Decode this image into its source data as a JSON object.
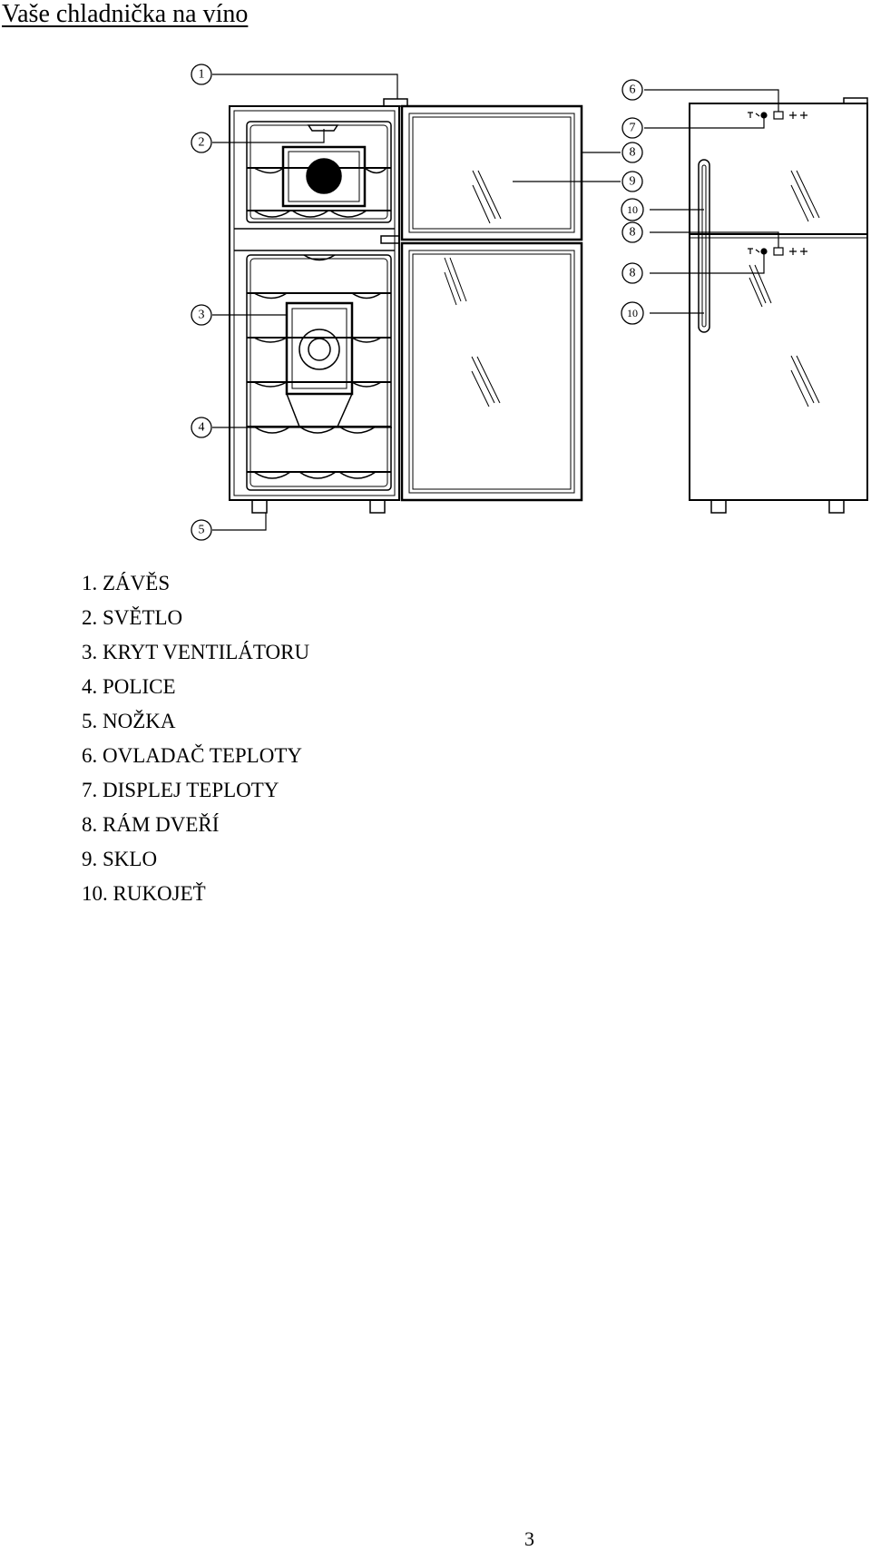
{
  "title": "Vaše chladnička na víno",
  "callouts": {
    "left": [
      "1",
      "2",
      "3",
      "4",
      "5"
    ],
    "right": [
      "6",
      "7",
      "8",
      "9",
      "10",
      "8",
      "8",
      "10"
    ]
  },
  "parts": [
    "1. ZÁVĚS",
    "2. SVĚTLO",
    "3. KRYT VENTILÁTORU",
    "4. POLICE",
    "5. NOŽKA",
    "6. OVLADAČ TEPLOTY",
    "7. DISPLEJ TEPLOTY",
    "8. RÁM DVEŘÍ",
    "9. SKLO",
    "10. RUKOJEŤ"
  ],
  "page_number": "3"
}
